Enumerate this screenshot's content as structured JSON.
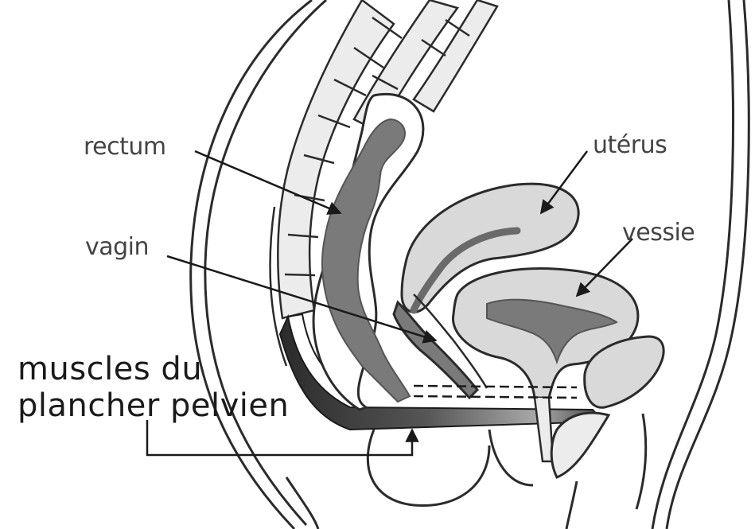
{
  "labels": {
    "rectum": "rectum",
    "uterus": "utérus",
    "vessie": "vessie",
    "vagin": "vagin",
    "muscles_line1": "muscles du",
    "muscles_line2": "plancher pelvien"
  },
  "colors": {
    "outline": "#2b2b2b",
    "organ_fill": "#d9d9d9",
    "lumen_fill": "#7a7a7a",
    "muscle_dark": "#333333",
    "muscle_light": "#bdbdbd",
    "background": "#ffffff"
  }
}
